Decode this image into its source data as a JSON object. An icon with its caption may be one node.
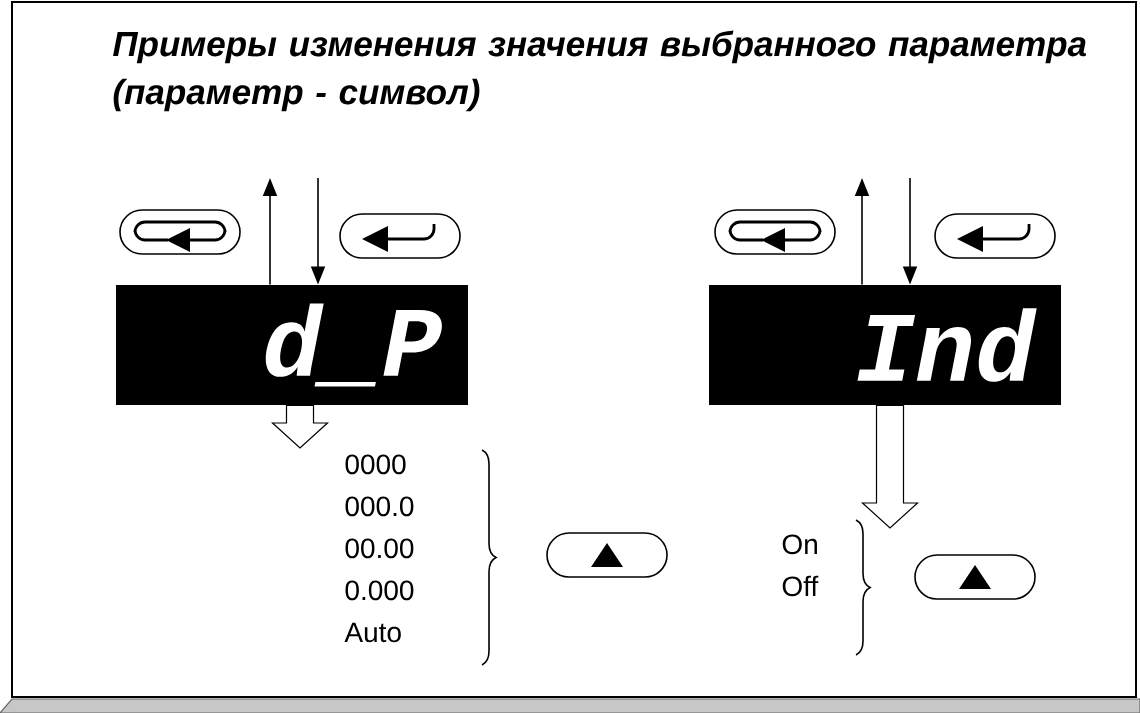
{
  "diagram": {
    "title": "Примеры изменения значения выбранного параметра (параметр - символ)",
    "nodes": [
      {
        "text": [],
        "shape": "button"
      },
      {
        "text": [],
        "shape": "button"
      },
      {
        "text": [
          "d_P"
        ]
      },
      {
        "text": [
          "0000",
          "000.0",
          "00.00",
          "0.000",
          "Auto"
        ]
      },
      {
        "text": [],
        "shape": "button"
      },
      {
        "text": [],
        "shape": "button"
      },
      {
        "text": [],
        "shape": "button"
      },
      {
        "text": [
          "Ind"
        ]
      },
      {
        "text": [
          "On",
          "Off"
        ]
      },
      {
        "text": [],
        "shape": "button"
      }
    ],
    "edges": [
      {
        "from": 2,
        "to": null,
        "arrow": "to"
      },
      {
        "from": null,
        "to": 2,
        "arrow": "to"
      },
      {
        "from": 2,
        "to": 3,
        "arrow": "to",
        "style": "thick"
      },
      {
        "from": 7,
        "to": null,
        "arrow": "to"
      },
      {
        "from": null,
        "to": 7,
        "arrow": "to"
      },
      {
        "from": 7,
        "to": 8,
        "arrow": "to",
        "style": "thick"
      }
    ]
  }
}
